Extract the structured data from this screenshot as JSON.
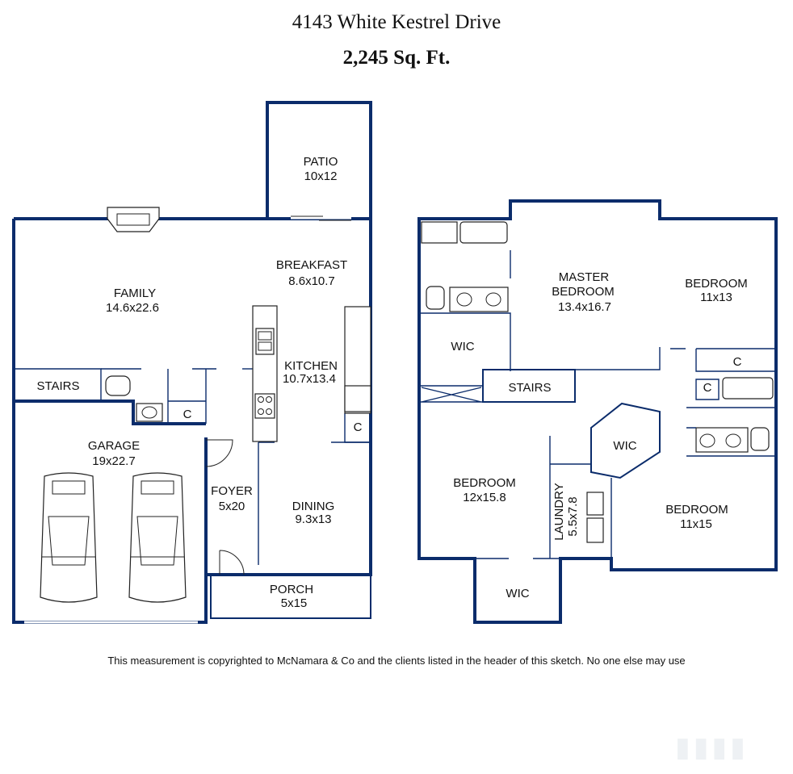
{
  "header": {
    "address": "4143 White Kestrel Drive",
    "area": "2,245 Sq. Ft."
  },
  "rooms": {
    "patio": {
      "name": "PATIO",
      "size": "10x12"
    },
    "family": {
      "name": "FAMILY",
      "size": "14.6x22.6"
    },
    "breakfast": {
      "name": "BREAKFAST",
      "size": "8.6x10.7"
    },
    "kitchen": {
      "name": "KITCHEN",
      "size": "10.7x13.4"
    },
    "stairs1": {
      "name": "STAIRS"
    },
    "closet1": {
      "name": "C"
    },
    "closet2": {
      "name": "C"
    },
    "garage": {
      "name": "GARAGE",
      "size": "19x22.7"
    },
    "foyer": {
      "name": "FOYER",
      "size": "5x20"
    },
    "dining": {
      "name": "DINING",
      "size": "9.3x13"
    },
    "porch": {
      "name": "PORCH",
      "size": "5x15"
    },
    "master": {
      "name1": "MASTER",
      "name2": "BEDROOM",
      "size": "13.4x16.7"
    },
    "bedroomNE": {
      "name": "BEDROOM",
      "size": "11x13"
    },
    "wic1": {
      "name": "WIC"
    },
    "stairs2": {
      "name": "STAIRS"
    },
    "closet3": {
      "name": "C"
    },
    "closet4": {
      "name": "C"
    },
    "wic2": {
      "name": "WIC"
    },
    "bedroomW": {
      "name": "BEDROOM",
      "size": "12x15.8"
    },
    "laundry": {
      "name": "LAUNDRY",
      "size": "5.5x7.8"
    },
    "bedroomSE": {
      "name": "BEDROOM",
      "size": "11x15"
    },
    "wic3": {
      "name": "WIC"
    }
  },
  "footer": {
    "note": "This measurement is copyrighted to McNamara & Co and the clients listed in the header of this sketch. No one else may use"
  },
  "colors": {
    "wall": "#0b2c6b"
  }
}
